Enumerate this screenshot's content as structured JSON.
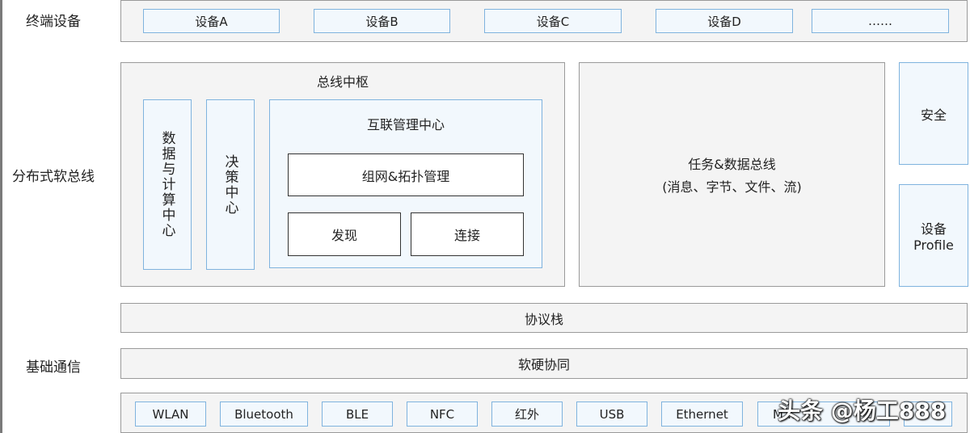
{
  "layers": {
    "terminal": "终端设备",
    "softbus": "分布式软总线",
    "basecomm": "基础通信"
  },
  "devices": [
    "设备A",
    "设备B",
    "设备C",
    "设备D",
    "……"
  ],
  "bus_hub": {
    "title": "总线中枢",
    "data_compute": "数据与计算中心",
    "decision": "决策中心",
    "interconnect": {
      "title": "互联管理中心",
      "network_topology": "组网&拓扑管理",
      "discovery": "发现",
      "connection": "连接"
    }
  },
  "task_data_bus": {
    "title": "任务&数据总线",
    "subtitle": "(消息、字节、文件、流)"
  },
  "security": "安全",
  "device_profile": {
    "line1": "设备",
    "line2": "Profile"
  },
  "protocol_stack": "协议栈",
  "hw_sw_collab": "软硬协同",
  "comm_tech": [
    "WLAN",
    "Bluetooth",
    "BLE",
    "NFC",
    "红外",
    "USB",
    "Ethernet",
    "M…",
    ""
  ],
  "watermark": "头条 @杨工888"
}
